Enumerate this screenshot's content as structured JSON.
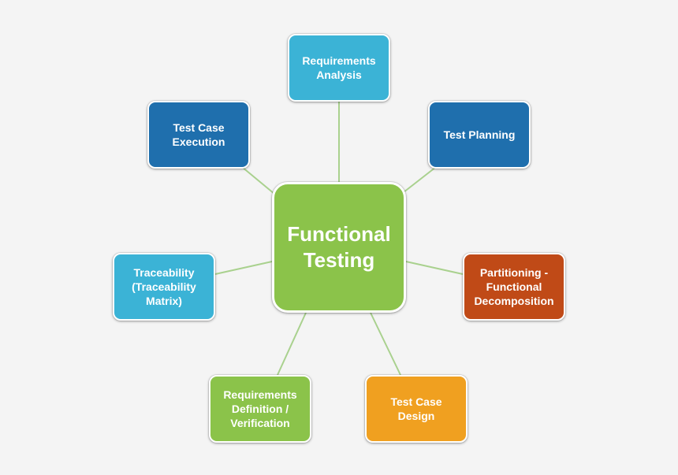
{
  "diagram": {
    "center": {
      "label": "Functional\nTesting",
      "color": "#8bc34a"
    },
    "nodes": [
      {
        "key": "req_analysis",
        "label": "Requirements\nAnalysis",
        "color": "#3bb3d6"
      },
      {
        "key": "test_planning",
        "label": "Test Planning",
        "color": "#1f6fad"
      },
      {
        "key": "test_exec",
        "label": "Test Case\nExecution",
        "color": "#1f6fad"
      },
      {
        "key": "partitioning",
        "label": "Partitioning -\nFunctional\nDecomposition",
        "color": "#c04a17"
      },
      {
        "key": "traceability",
        "label": "Traceability\n(Traceability\nMatrix)",
        "color": "#3bb3d6"
      },
      {
        "key": "req_def",
        "label": "Requirements\nDefinition /\nVerification",
        "color": "#8bc34a"
      },
      {
        "key": "tc_design",
        "label": "Test Case\nDesign",
        "color": "#f0a020"
      }
    ],
    "connector_color": "#a9d18e"
  }
}
